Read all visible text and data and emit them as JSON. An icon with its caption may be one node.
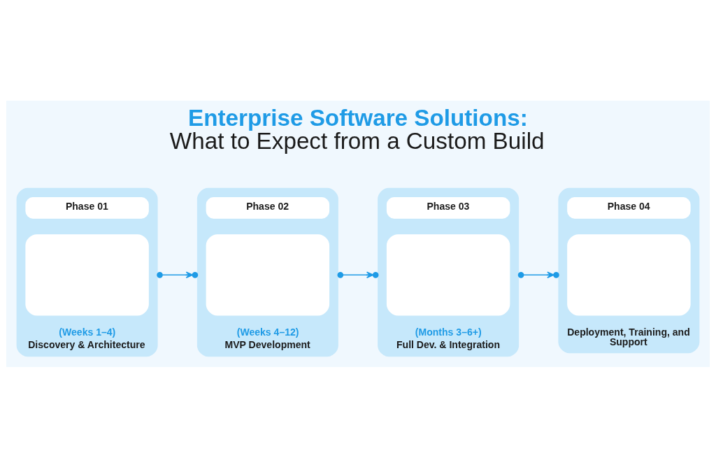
{
  "diagram": {
    "title": "Enterprise Software Solutions: What to Expect from a Custom Build",
    "nodes": [
      {
        "text": [
          "(Weeks 1–4)",
          "Discovery & Architecture"
        ]
      },
      {
        "text": [
          "Phase 01"
        ],
        "in": 0
      },
      {
        "text": [],
        "shape": "box",
        "in": 0
      },
      {
        "text": [
          "(Weeks 4–12)",
          "MVP Development"
        ]
      },
      {
        "text": [
          "Phase 02"
        ],
        "in": 3
      },
      {
        "text": [],
        "shape": "box",
        "in": 3
      },
      {
        "text": [
          "(Months 3–6+)",
          "Full Dev. & Integration"
        ]
      },
      {
        "text": [
          "Phase 03"
        ],
        "in": 6
      },
      {
        "text": [],
        "shape": "box",
        "in": 6
      },
      {
        "text": [
          "Deployment, Training, and Support"
        ]
      },
      {
        "text": [
          "Phase 04"
        ],
        "in": 9
      },
      {
        "text": [],
        "shape": "box",
        "in": 9
      }
    ],
    "edges": [
      {
        "from": 0,
        "to": 3,
        "arrow": "to"
      },
      {
        "from": 3,
        "to": 6,
        "arrow": "to"
      },
      {
        "from": 6,
        "to": 9,
        "arrow": "to"
      }
    ]
  }
}
